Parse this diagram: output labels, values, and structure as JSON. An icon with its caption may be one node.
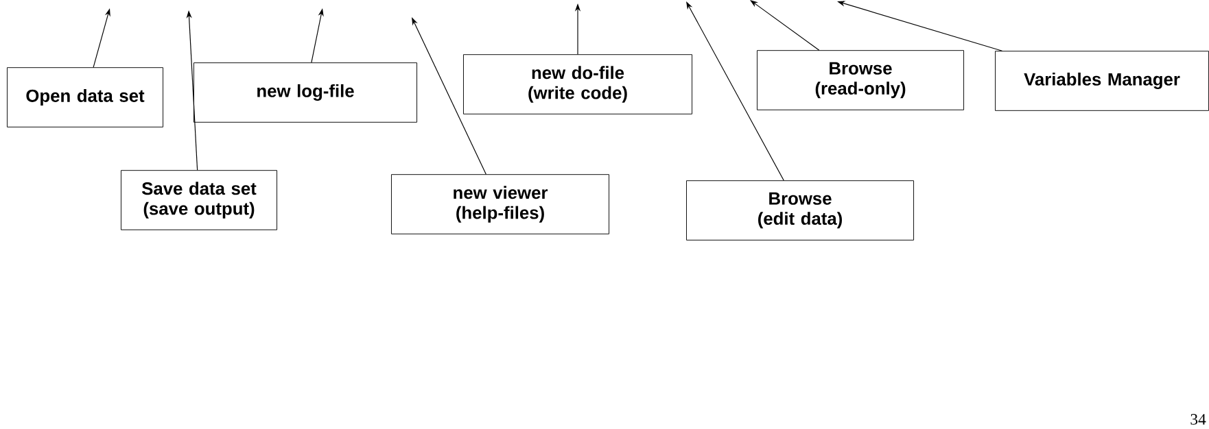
{
  "diagram": {
    "nodes": [
      {
        "text": [
          "Open data set"
        ]
      },
      {
        "text": [
          "new log-file"
        ]
      },
      {
        "text": [
          "new do-file",
          "(write code)"
        ]
      },
      {
        "text": [
          "Browse",
          "(read-only)"
        ]
      },
      {
        "text": [
          "Variables Manager"
        ]
      },
      {
        "text": [
          "Save data set",
          "(save output)"
        ]
      },
      {
        "text": [
          "new viewer",
          "(help-files)"
        ]
      },
      {
        "text": [
          "Browse",
          "(edit data)"
        ]
      }
    ],
    "edges": [
      {
        "from": 0,
        "to": null,
        "arrow": "to"
      },
      {
        "from": 5,
        "to": null,
        "arrow": "to"
      },
      {
        "from": 1,
        "to": null,
        "arrow": "to"
      },
      {
        "from": 6,
        "to": null,
        "arrow": "to"
      },
      {
        "from": 2,
        "to": null,
        "arrow": "to"
      },
      {
        "from": 7,
        "to": null,
        "arrow": "to"
      },
      {
        "from": 3,
        "to": null,
        "arrow": "to"
      },
      {
        "from": 4,
        "to": null,
        "arrow": "to"
      }
    ],
    "labels": [
      "34"
    ]
  }
}
